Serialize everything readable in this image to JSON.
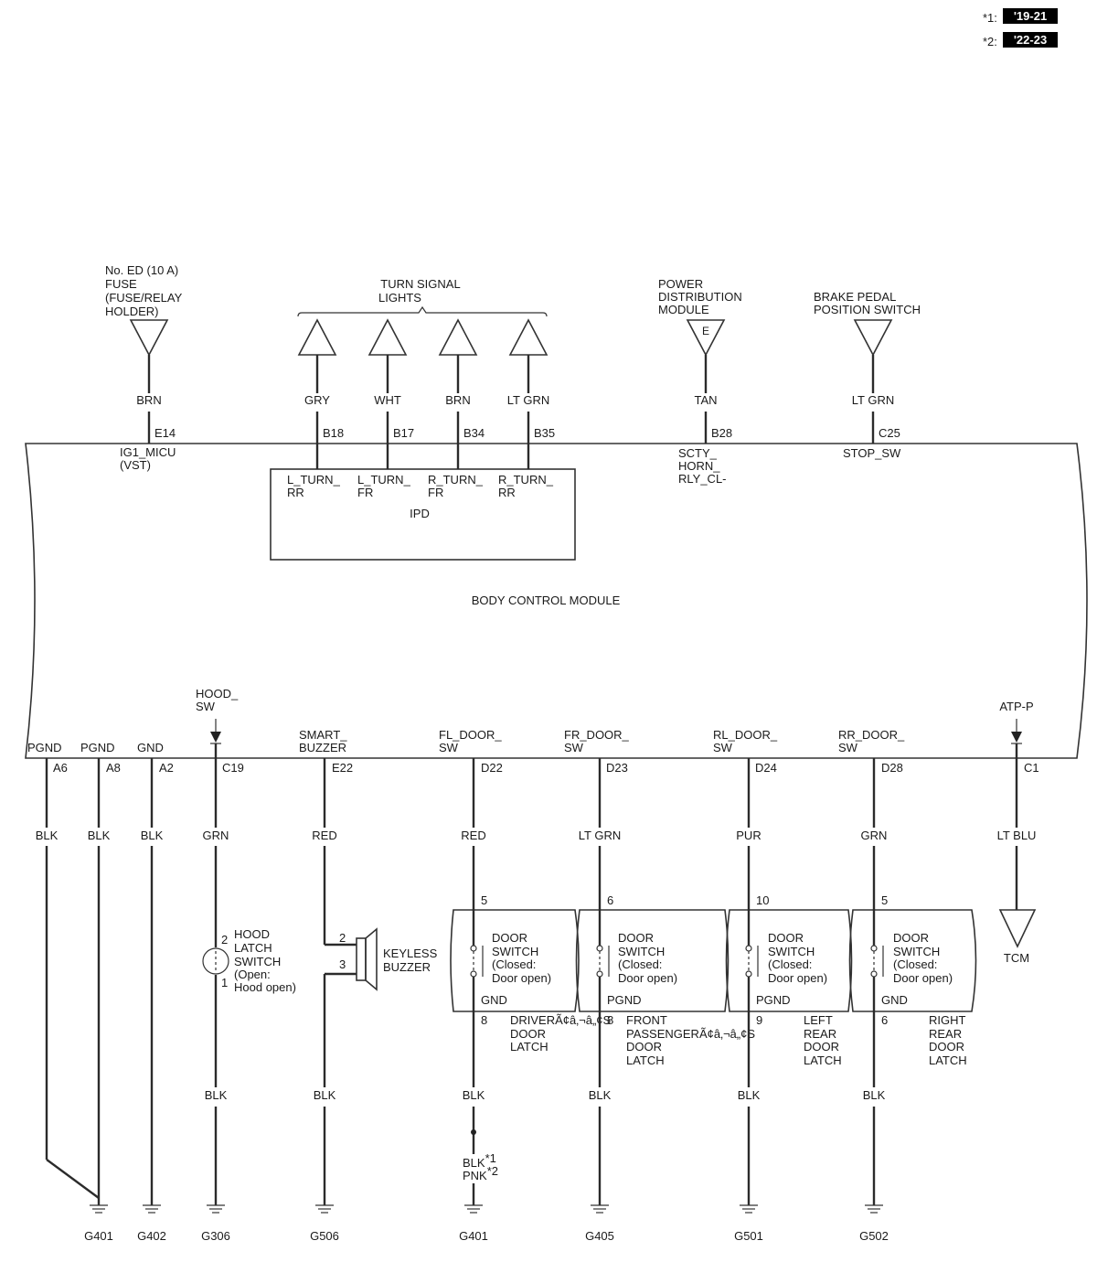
{
  "variants": {
    "v1": {
      "marker": "*1:",
      "years": "'19-21"
    },
    "v2": {
      "marker": "*2:",
      "years": "'22-23"
    }
  },
  "module": {
    "name": "BODY CONTROL MODULE",
    "ipd": "IPD"
  },
  "top_sources": {
    "fuse": {
      "lines": [
        "No. ED (10 A)",
        "FUSE",
        "(FUSE/RELAY",
        "HOLDER)"
      ],
      "wire": "BRN",
      "terminal": "E14",
      "signal": [
        "IG1_MICU",
        "(VST)"
      ]
    },
    "turn_signal": {
      "lines": [
        "TURN SIGNAL",
        "LIGHTS"
      ]
    },
    "turn_wires": [
      {
        "wire": "GRY",
        "terminal": "B18",
        "signal": [
          "L_TURN_",
          "RR"
        ]
      },
      {
        "wire": "WHT",
        "terminal": "B17",
        "signal": [
          "L_TURN_",
          "FR"
        ]
      },
      {
        "wire": "BRN",
        "terminal": "B34",
        "signal": [
          "R_TURN_",
          "FR"
        ]
      },
      {
        "wire": "LT GRN",
        "terminal": "B35",
        "signal": [
          "R_TURN_",
          "RR"
        ]
      }
    ],
    "pdm": {
      "lines": [
        "POWER",
        "DISTRIBUTION",
        "MODULE"
      ],
      "letter": "E",
      "wire": "TAN",
      "terminal": "B28",
      "signal": [
        "SCTY_",
        "HORN_",
        "RLY_CL-"
      ]
    },
    "brake": {
      "lines": [
        "BRAKE PEDAL",
        "POSITION SWITCH"
      ],
      "wire": "LT GRN",
      "terminal": "C25",
      "signal": [
        "STOP_SW"
      ]
    }
  },
  "bottom": {
    "pgnd1": {
      "signal": "PGND",
      "terminal": "A6",
      "wire": "BLK"
    },
    "pgnd2": {
      "signal": "PGND",
      "terminal": "A8",
      "wire": "BLK"
    },
    "gnd": {
      "signal": "GND",
      "terminal": "A2",
      "wire": "BLK",
      "ground": "G402"
    },
    "hood": {
      "signal": [
        "HOOD_",
        "SW"
      ],
      "terminal": "C19",
      "wire": "GRN",
      "switch": [
        "HOOD",
        "LATCH",
        "SWITCH",
        "(Open:",
        "Hood open)"
      ],
      "pin_top": "2",
      "pin_bot": "1",
      "wire_after": "BLK",
      "ground": "G306"
    },
    "buzzer": {
      "signal": [
        "SMART_",
        "BUZZER"
      ],
      "terminal": "E22",
      "wire": "RED",
      "device": [
        "KEYLESS",
        "BUZZER"
      ],
      "pin_top": "2",
      "pin_bot": "3",
      "wire_after": "BLK",
      "ground": "G506"
    },
    "doors": [
      {
        "signal": [
          "FL_DOOR_",
          "SW"
        ],
        "terminal": "D22",
        "wire": "RED",
        "pin_top": "5",
        "switch": [
          "DOOR",
          "SWITCH",
          "(Closed:",
          "Door open)"
        ],
        "gnd": "GND",
        "pin_bot": "8",
        "label": [
          "DRIVERÃ¢â‚¬â„¢S",
          "DOOR",
          "LATCH"
        ],
        "wire_after": "BLK",
        "ground": "G401"
      },
      {
        "signal": [
          "FR_DOOR_",
          "SW"
        ],
        "terminal": "D23",
        "wire": "LT GRN",
        "pin_top": "6",
        "switch": [
          "DOOR",
          "SWITCH",
          "(Closed:",
          "Door open)"
        ],
        "gnd": "PGND",
        "pin_bot": "8",
        "label": [
          "FRONT",
          "PASSENGERÃ¢â‚¬â„¢S",
          "DOOR",
          "LATCH"
        ],
        "wire_after": "BLK",
        "ground": "G405"
      },
      {
        "signal": [
          "RL_DOOR_",
          "SW"
        ],
        "terminal": "D24",
        "wire": "PUR",
        "pin_top": "10",
        "switch": [
          "DOOR",
          "SWITCH",
          "(Closed:",
          "Door open)"
        ],
        "gnd": "PGND",
        "pin_bot": "9",
        "label": [
          "LEFT",
          "REAR",
          "DOOR",
          "LATCH"
        ],
        "wire_after": "BLK",
        "ground": "G501"
      },
      {
        "signal": [
          "RR_DOOR_",
          "SW"
        ],
        "terminal": "D28",
        "wire": "GRN",
        "pin_top": "5",
        "switch": [
          "DOOR",
          "SWITCH",
          "(Closed:",
          "Door open)"
        ],
        "gnd": "GND",
        "pin_bot": "6",
        "label": [
          "RIGHT",
          "REAR",
          "DOOR",
          "LATCH"
        ],
        "wire_after": "BLK",
        "ground": "G502"
      }
    ],
    "fl_extra": {
      "wire1": "BLK",
      "mark1": "*1",
      "wire2": "PNK",
      "mark2": "*2"
    },
    "pgnd_ground": "G401",
    "atp": {
      "signal": "ATP-P",
      "terminal": "C1",
      "wire": "LT BLU",
      "dest": "TCM"
    }
  }
}
